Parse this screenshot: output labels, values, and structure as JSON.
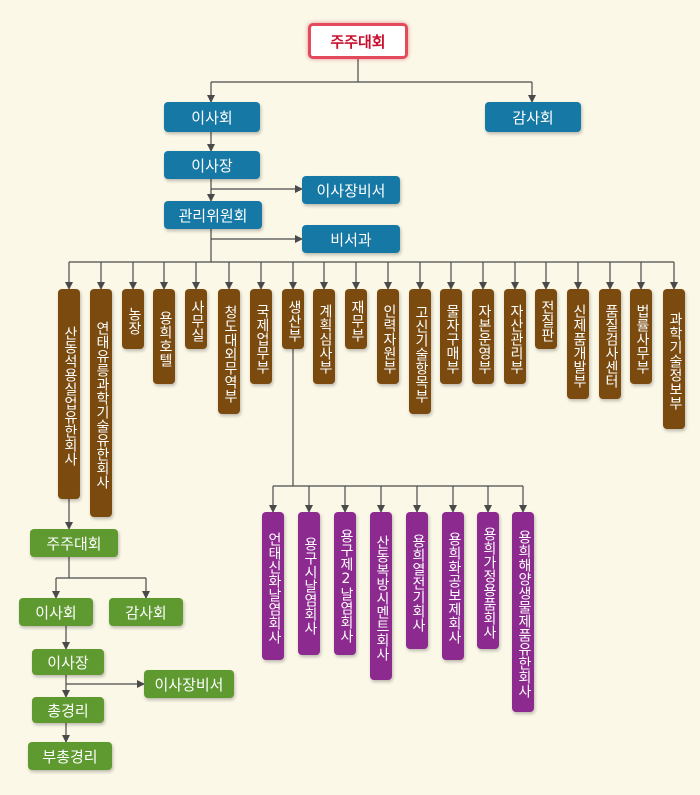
{
  "top": {
    "root": "주주대회",
    "board": "이사회",
    "audit": "감사회",
    "chairman": "이사장",
    "chairman_secretary": "이사장비서",
    "management_committee": "관리위원회",
    "secretariat": "비서과"
  },
  "departments": [
    "산동석용실업유한회사",
    "연태유릉과학기술유한회사",
    "농장",
    "용희호텔",
    "사무실",
    "청도대외무역부",
    "국제업무부",
    "생산부",
    "계획심사부",
    "재무부",
    "인력자원부",
    "고신기술항목부",
    "물자구매부",
    "자본운영부",
    "자산관리부",
    "전질판",
    "신제품개발부",
    "품질검사센터",
    "법률사무부",
    "과학기술정보부"
  ],
  "subsidiary": {
    "shareholders": "주주대회",
    "board": "이사회",
    "audit": "감사회",
    "chairman": "이사장",
    "chairman_secretary": "이사장비서",
    "general_manager": "총경리",
    "deputy_general_manager": "부총경리"
  },
  "companies": [
    "언태신화날염회사",
    "용구시날염회사",
    "용구제2날염회사",
    "산동복방시멘트회사",
    "용희열전기회사",
    "용희화공보제회사",
    "용희가정용품회사",
    "용희해양생물제품유한회사"
  ],
  "colors": {
    "blue": "#1678a5",
    "brown": "#7a4a0f",
    "purple": "#8c2a8f",
    "green": "#5e9a2f",
    "root_border": "#e34a5c",
    "line": "#4a4a4a",
    "background": "#fbf8e8"
  }
}
